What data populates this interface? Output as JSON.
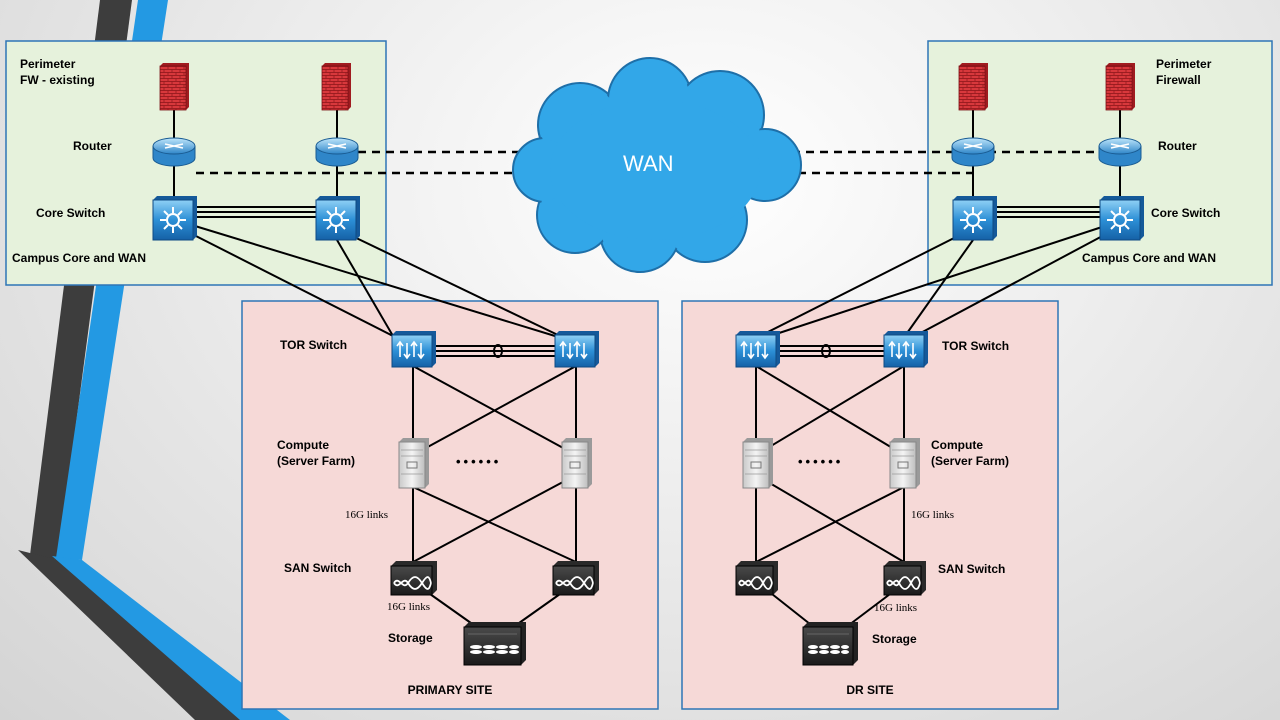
{
  "wan_label": "WAN",
  "primary": {
    "perimeter_label": "Perimeter\nFW - existing",
    "router_label": "Router",
    "core_switch_label": "Core Switch",
    "campus_label": "Campus Core and WAN",
    "tor_label": "TOR Switch",
    "compute_label": "Compute\n(Server Farm)",
    "links_16g_upper": "16G links",
    "san_label": "SAN Switch",
    "links_16g_lower": "16G links",
    "storage_label": "Storage",
    "site_title": "PRIMARY SITE"
  },
  "dr": {
    "perimeter_label": "Perimeter\nFirewall",
    "router_label": "Router",
    "core_switch_label": "Core Switch",
    "campus_label": "Campus Core and WAN",
    "tor_label": "TOR Switch",
    "compute_label": "Compute\n(Server Farm)",
    "links_16g_upper": "16G links",
    "san_label": "SAN Switch",
    "links_16g_lower": "16G links",
    "storage_label": "Storage",
    "site_title": "DR SITE"
  },
  "ellipsis": "••••••",
  "colors": {
    "campus_fill": "#e6f2dc",
    "site_fill": "#f6d9d7",
    "box_border": "#2e75b6",
    "wan_cloud": "#32a7e8",
    "accent_blue": "#2399e3",
    "accent_gray": "#404040",
    "device_blue": "#1f7ac4",
    "firewall_red": "#c0262b"
  },
  "icons": [
    "firewall-icon",
    "router-icon",
    "core-switch-icon",
    "tor-switch-icon",
    "server-icon",
    "san-switch-icon",
    "storage-icon",
    "wan-cloud-icon"
  ]
}
